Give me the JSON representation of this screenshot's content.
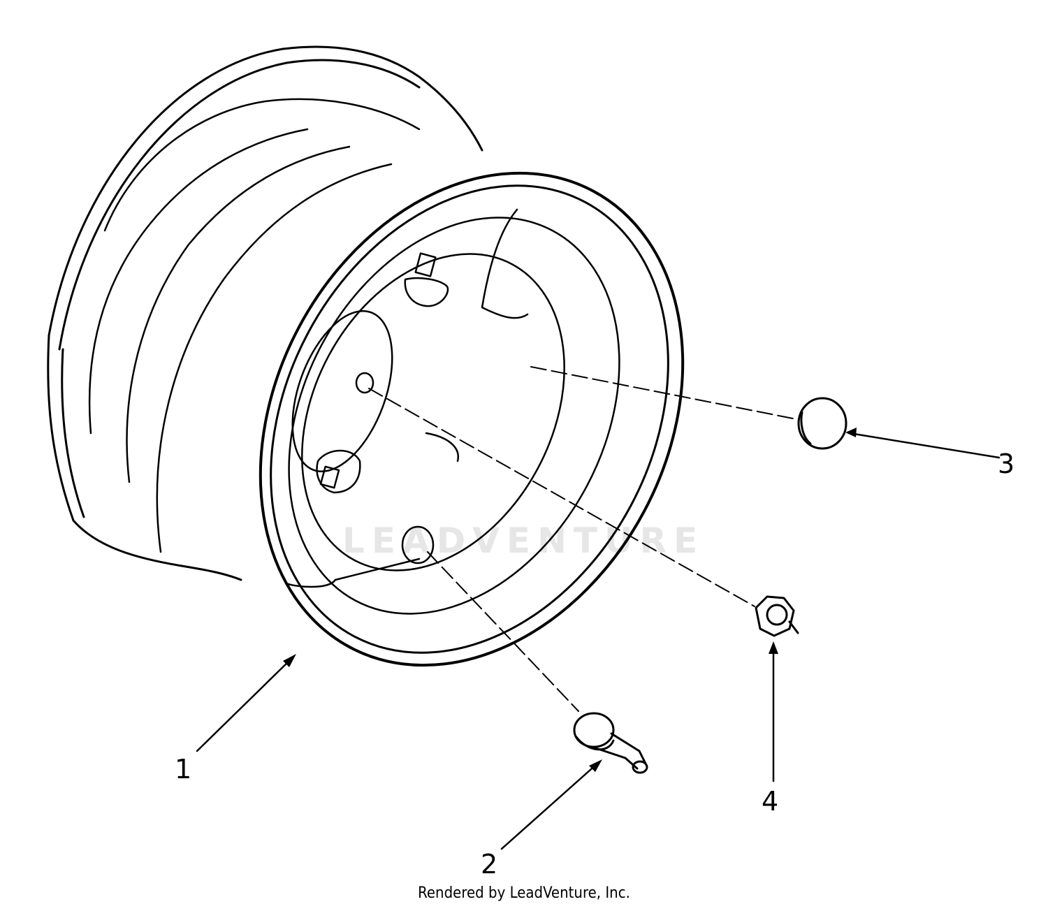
{
  "callouts": [
    {
      "number": "1",
      "part": "wheel-rim"
    },
    {
      "number": "2",
      "part": "valve-stem"
    },
    {
      "number": "3",
      "part": "hub-cap"
    },
    {
      "number": "4",
      "part": "lug-nut"
    }
  ],
  "watermark": "LEADVENTURE",
  "footer": "Rendered by LeadVenture, Inc.",
  "colors": {
    "line": "#000000",
    "background": "#ffffff",
    "watermark": "#e6e6e6"
  }
}
